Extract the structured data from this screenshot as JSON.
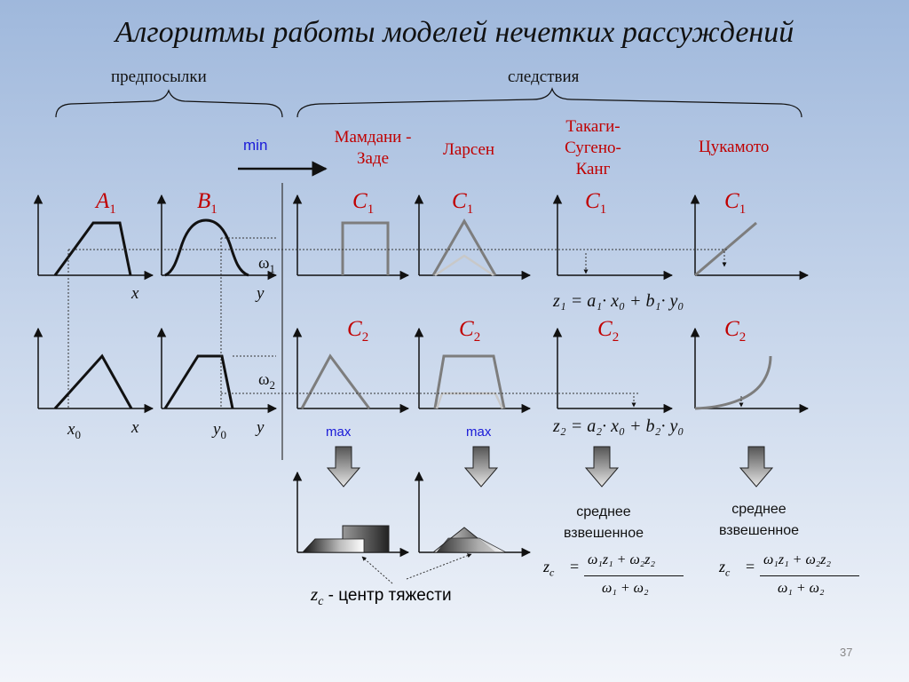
{
  "title": "Алгоритмы работы моделей нечетких рассуждений",
  "premises_label": "предпосылки",
  "consequences_label": "следствия",
  "min_label": "min",
  "methods": {
    "mamdani": "Мамдани - Заде",
    "larsen": "Ларсен",
    "takagi": "Такаги- Сугено- Канг",
    "tsukamoto": "Цукамото"
  },
  "sets": {
    "A": "A",
    "B": "B",
    "C": "C",
    "sub1": "1",
    "sub2": "2"
  },
  "axes": {
    "x": "x",
    "y": "y",
    "x0": "x",
    "y0": "y",
    "zero": "0"
  },
  "omega": {
    "w1": "ω",
    "w2": "ω"
  },
  "max_label": "max",
  "formula_z1": "z₁ = a₁· x₀ + b₁· y₀",
  "formula_z2": "z₂ = a₂· x₀ + b₂· y₀",
  "weighted_avg": "среднее взвешенное",
  "zc_formula": {
    "lhs": "z",
    "lhs_sub": "c",
    "num": "ω₁z₁ + ω₂z₂",
    "den": "ω₁ + ω₂"
  },
  "centroid_label": "- центр тяжести",
  "page_number": "37"
}
